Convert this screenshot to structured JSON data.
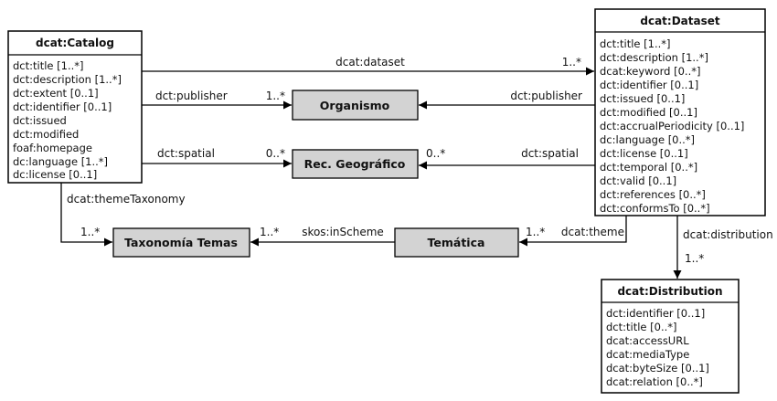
{
  "classes": {
    "catalog": {
      "title": "dcat:Catalog",
      "attributes": [
        "dct:title [1..*]",
        "dct:description [1..*]",
        "dct:extent [0..1]",
        "dct:identifier [0..1]",
        "dct:issued",
        "dct:modified",
        "foaf:homepage",
        "dc:language [1..*]",
        "dc:license [0..1]"
      ]
    },
    "dataset": {
      "title": "dcat:Dataset",
      "attributes": [
        "dct:title [1..*]",
        "dct:description [1..*]",
        "dcat:keyword [0..*]",
        "dct:identifier [0..1]",
        "dct:issued [0..1]",
        "dct:modified [0..1]",
        "dct:accrualPeriodicity [0..1]",
        "dc:language [0..*]",
        "dct:license [0..1]",
        "dct:temporal [0..*]",
        "dct:valid [0..1]",
        "dct:references [0..*]",
        "dct:conformsTo [0..*]"
      ]
    },
    "distribution": {
      "title": "dcat:Distribution",
      "attributes": [
        "dct:identifier [0..1]",
        "dct:title [0..*]",
        "dcat:accessURL",
        "dcat:mediaType",
        "dcat:byteSize  [0..1]",
        "dcat:relation     [0..*]"
      ]
    }
  },
  "nodes": {
    "organismo": "Organismo",
    "rec_geografico": "Rec. Geográfico",
    "taxonomia_temas": "Taxonomía Temas",
    "tematica": "Temática"
  },
  "edges": {
    "catalog_dataset": {
      "label": "dcat:dataset",
      "multiplicity": "1..*"
    },
    "catalog_publisher": {
      "label": "dct:publisher",
      "multiplicity": "1..*"
    },
    "dataset_publisher": {
      "label": "dct:publisher"
    },
    "catalog_spatial": {
      "label": "dct:spatial",
      "multiplicity": "0..*"
    },
    "dataset_spatial": {
      "label": "dct:spatial",
      "multiplicity": "0..*"
    },
    "catalog_theme_taxonomy": {
      "label": "dcat:themeTaxonomy",
      "multiplicity": "1..*"
    },
    "tematica_inscheme": {
      "label": "skos:inScheme",
      "multiplicity": "1..*"
    },
    "dataset_theme": {
      "label": "dcat:theme",
      "multiplicity": "1..*"
    },
    "dataset_distribution": {
      "label": "dcat:distribution",
      "multiplicity": "1..*"
    }
  },
  "colors": {
    "box_fill": "#ffffff",
    "node_fill": "#d3d3d3",
    "stroke": "#000000"
  }
}
